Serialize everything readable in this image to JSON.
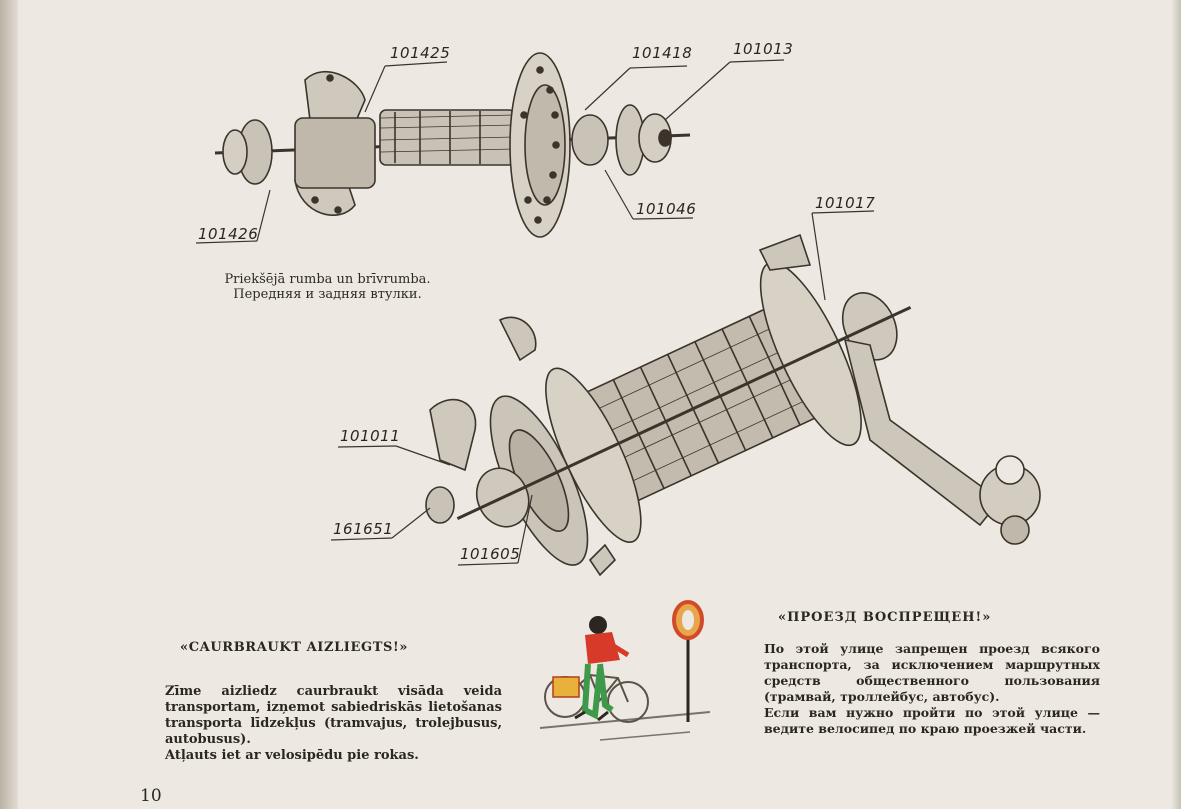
{
  "parts": {
    "p101425": "101425",
    "p101418": "101418",
    "p101013": "101013",
    "p101426": "101426",
    "p101046": "101046",
    "p101017": "101017",
    "p101011": "101011",
    "p161651": "161651",
    "p101605": "101605"
  },
  "caption": {
    "line_lv": "Priekšējā rumba un brīvrumba.",
    "line_ru": "Передняя и задняя втулки."
  },
  "latvian": {
    "heading": "«CAURBRAUKT AIZLIEGTS!»",
    "body": "Zīme aizliedz caurbraukt visāda veida transportam, izņemot sabiedriskās lietošanas transporta līdzekļus (tramvajus, trolejbusus, autobusus).",
    "body2": "Atļauts iet ar velosipēdu pie rokas."
  },
  "russian": {
    "heading": "«ПРОЕЗД ВОСПРЕЩЕН!»",
    "body": "По этой улице запрещен проезд всякого транспорта, за исключением маршрутных средств общественного пользования (трамвай, троллейбус, автобус).",
    "body2": "Если вам нужно пройти по этой улице — ведите велосипед по краю проезжей части."
  },
  "page_number": "10"
}
